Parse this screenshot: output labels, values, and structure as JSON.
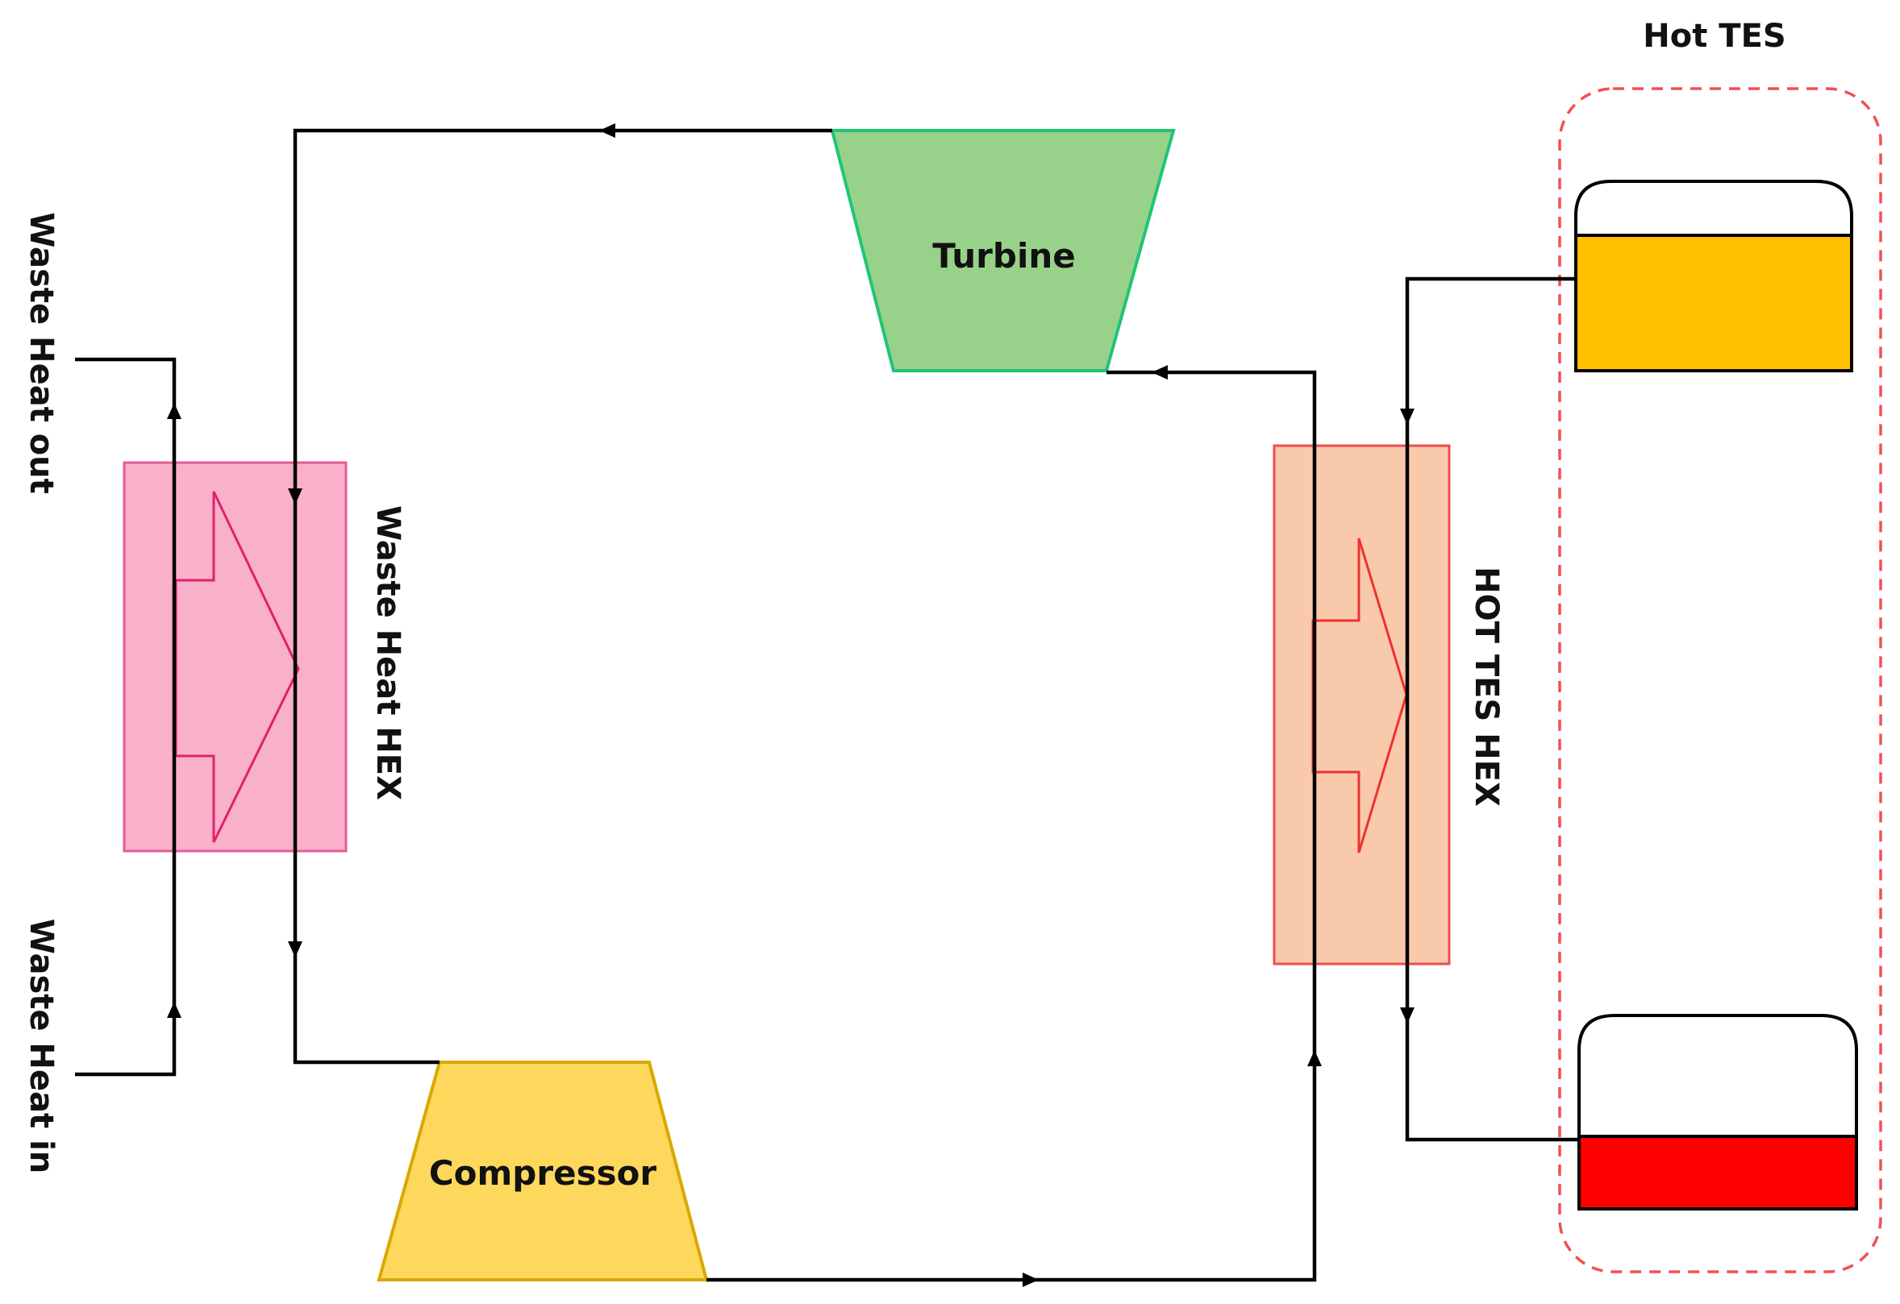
{
  "labels": {
    "hot_tes_group": "Hot TES",
    "turbine": "Turbine",
    "compressor": "Compressor",
    "waste_heat_hex": "Waste Heat HEX",
    "hot_tes_hex": "HOT TES HEX",
    "waste_heat_out": "Waste Heat out",
    "waste_heat_in": "Waste Heat in"
  },
  "colors": {
    "turbine_fill": "#98d28a",
    "turbine_stroke": "#22c477",
    "compressor_fill": "#fdd85d",
    "compressor_stroke": "#d9a800",
    "waste_hex_fill": "#f9b0c9",
    "waste_hex_stroke": "#e75a9a",
    "waste_hex_arrow": "#e0206e",
    "hot_hex_fill": "#f9c9ac",
    "hot_hex_stroke": "#f04c4c",
    "hot_hex_arrow": "#f03030",
    "hot_tank_fill": "#ffc000",
    "cold_tank_fill": "#ff0000",
    "tes_boundary": "#f25050",
    "pipe": "#000000"
  }
}
